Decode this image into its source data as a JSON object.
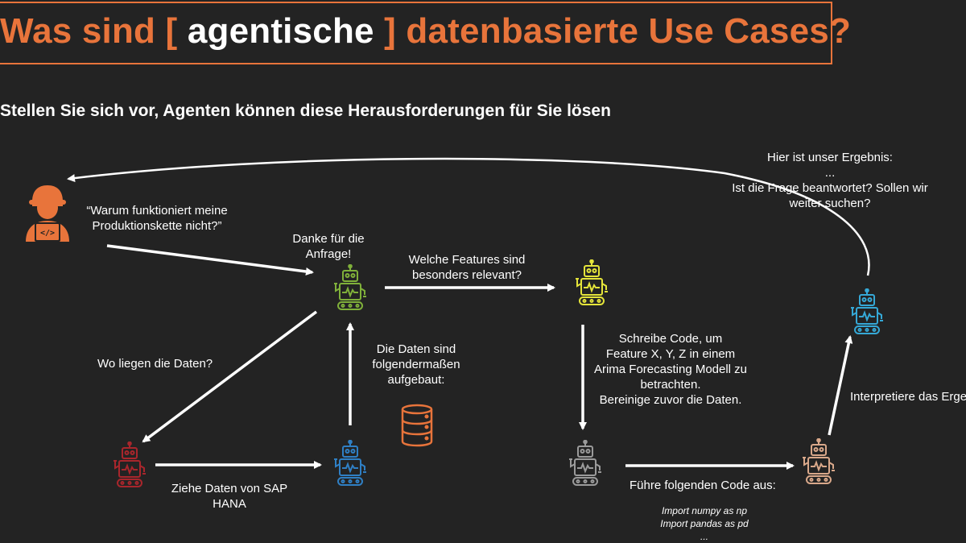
{
  "title": {
    "part1": "Was sind [",
    "part2": "agentische",
    "part3": "] datenbasierte Use Cases?"
  },
  "subtitle": "Stellen Sie sich vor, Agenten können diese Herausforderungen für Sie lösen",
  "labels": {
    "user_question": [
      "“Warum funktioniert meine",
      "Produktionskette nicht?”"
    ],
    "thanks": [
      "Danke für die",
      "Anfrage!"
    ],
    "features": [
      "Welche Features sind",
      "besonders relevant?"
    ],
    "result": [
      "Hier ist unser Ergebnis:",
      "...",
      "Ist die Frage beantwortet? Sollen wir",
      "weiter suchen?"
    ],
    "where_data": "Wo liegen die Daten?",
    "data_structure": [
      "Die Daten sind",
      "folgendermaßen",
      "aufgebaut:"
    ],
    "write_code": [
      "Schreibe Code, um",
      "Feature X, Y, Z in einem",
      "Arima Forecasting Modell zu",
      "betrachten.",
      "Bereinige zuvor die Daten."
    ],
    "interpret": "Interpretiere das Erge",
    "pull_data": [
      "Ziehe Daten von SAP",
      "HANA"
    ],
    "run_code": "Führe folgenden Code aus:",
    "code_lines": [
      "Import numpy as np",
      "Import pandas as pd",
      "..."
    ]
  },
  "icons": {
    "user": "developer-person-icon",
    "orchestrator": "robot-icon",
    "feature_agent": "robot-icon",
    "result_agent": "robot-icon",
    "data_agent": "robot-icon",
    "sql_agent": "robot-icon",
    "code_agent": "robot-icon",
    "exec_agent": "robot-icon",
    "database": "database-icon"
  },
  "colors": {
    "background": "#232323",
    "accent_orange": "#e8743b",
    "text": "#ffffff",
    "robot_green": "#7fb03a",
    "robot_yellow": "#e4e43a",
    "robot_cyan": "#35a8d6",
    "robot_red": "#a8262c",
    "robot_blue": "#2f7fc4",
    "robot_gray": "#9a9a9a",
    "robot_peach": "#d9a88a"
  }
}
